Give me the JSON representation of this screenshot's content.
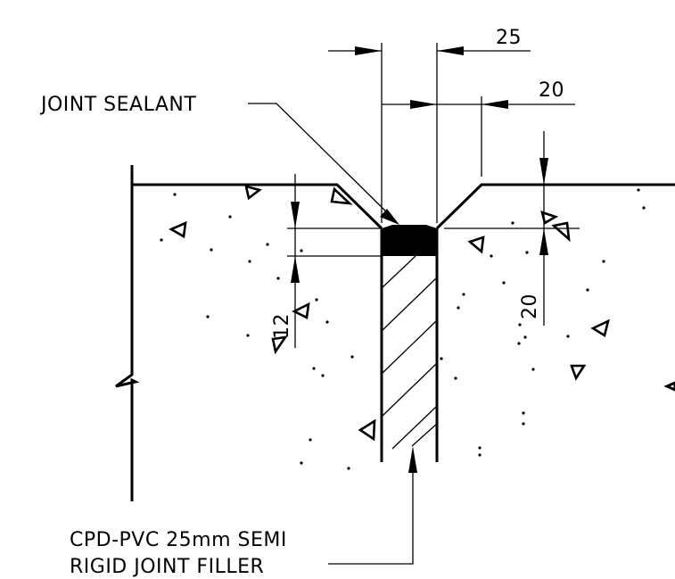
{
  "labels": {
    "joint_sealant": "JOINT SEALANT",
    "filler_line1": "CPD-PVC 25mm SEMI",
    "filler_line2": "RIGID JOINT FILLER"
  },
  "dimensions": {
    "joint_width": "25",
    "chamfer_width": "20",
    "chamfer_depth": "20",
    "sealant_depth": "12"
  }
}
